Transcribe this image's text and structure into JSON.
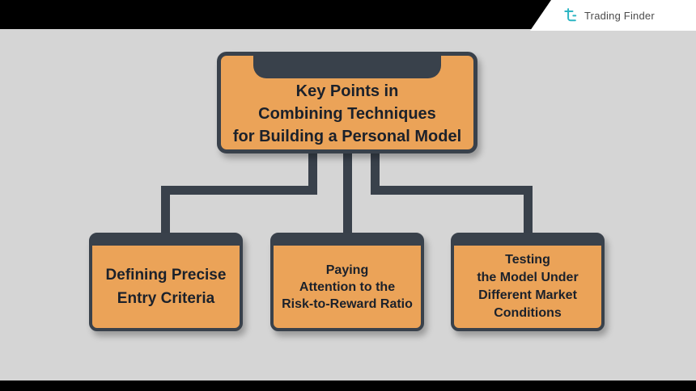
{
  "brand": {
    "name": "Trading Finder",
    "accent_color": "#2cb5c3",
    "text_color": "#4c4c4c"
  },
  "colors": {
    "background": "#d5d5d5",
    "letterbox": "#000000",
    "node_fill": "#eba358",
    "node_border": "#39414b",
    "connector": "#39414b",
    "node_text": "#1b212b"
  },
  "diagram": {
    "type": "tree",
    "root": {
      "title": "Key Points in\nCombining Techniques\nfor Building a Personal Model"
    },
    "nodes": [
      {
        "id": "entry-criteria",
        "label": "Defining Precise\nEntry Criteria"
      },
      {
        "id": "risk-reward-ratio",
        "label": "Paying\nAttention to the\nRisk-to-Reward Ratio"
      },
      {
        "id": "market-conditions",
        "label": "Testing\nthe Model Under\nDifferent Market\nConditions"
      }
    ]
  }
}
